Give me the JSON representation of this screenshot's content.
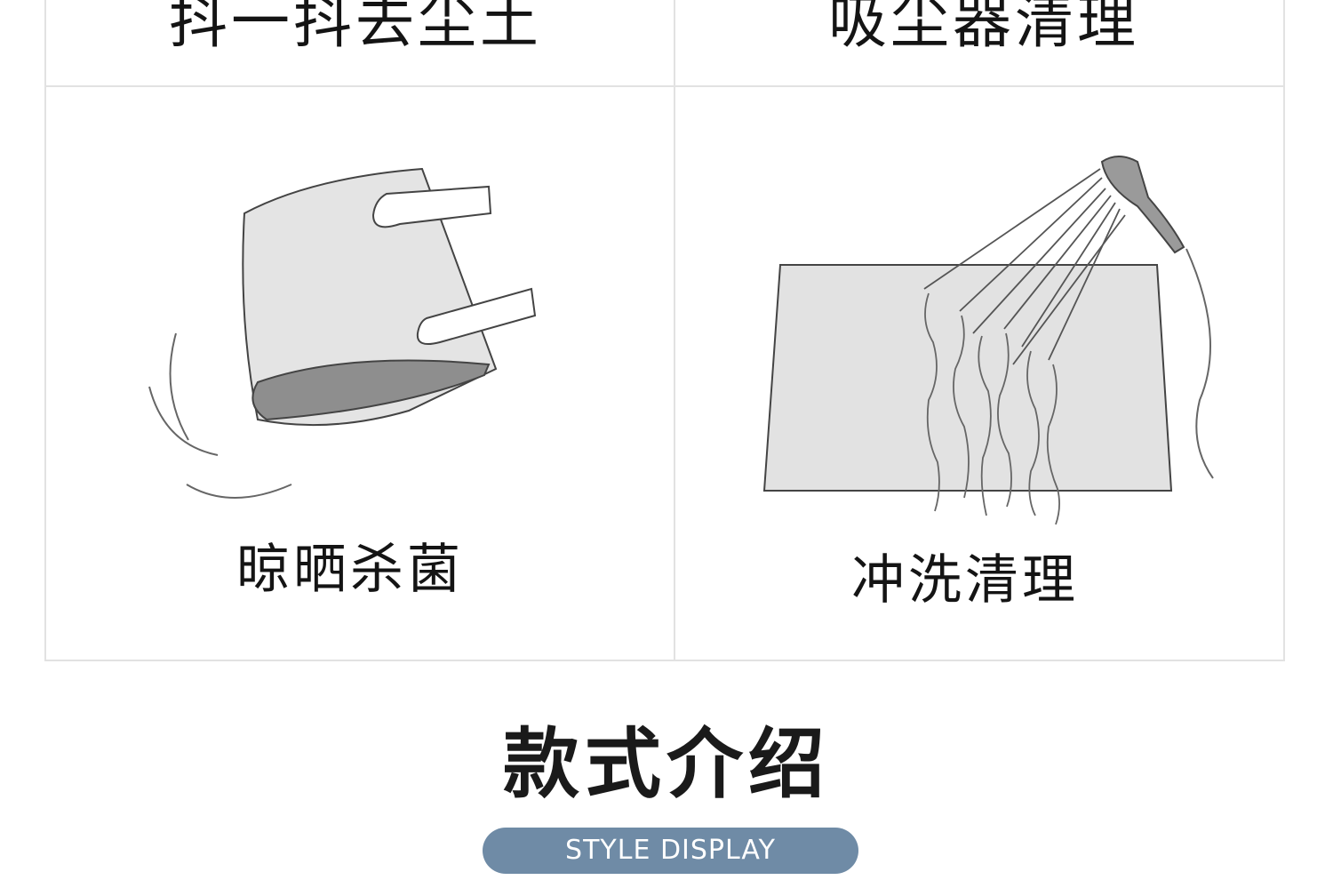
{
  "cells": {
    "top_left_title": "抖一抖去尘土",
    "top_right_title": "吸尘器清理",
    "bottom_left_label": "晾晒杀菌",
    "bottom_right_label": "冲洗清理"
  },
  "illustrations": {
    "left_icon": "shaking-mat-illustration",
    "right_icon": "shower-rinse-illustration"
  },
  "section": {
    "title": "款式介绍",
    "subtitle": "STYLE DISPLAY"
  },
  "colors": {
    "pill_background": "#6f8ba6",
    "mat_fill": "#e3e3e3",
    "mat_shadow": "#8d8d8d",
    "line": "#555555"
  }
}
